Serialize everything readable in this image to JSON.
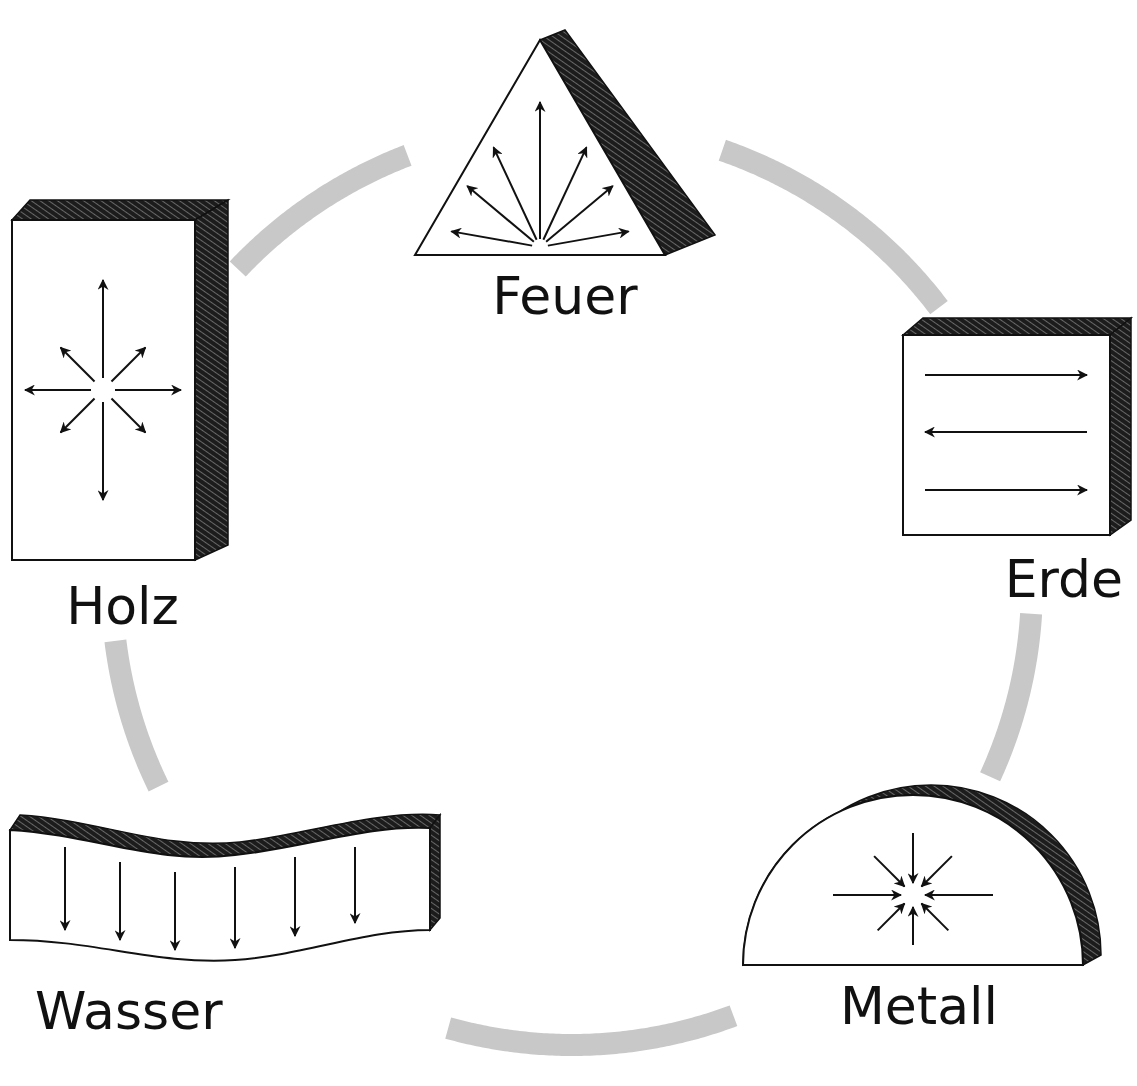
{
  "diagram": {
    "nodes": [
      {
        "text": [
          "Feuer"
        ]
      },
      {
        "text": [
          "Holz"
        ]
      },
      {
        "text": [
          "Erde"
        ]
      },
      {
        "text": [
          "Wasser"
        ]
      },
      {
        "text": [
          "Metall"
        ]
      }
    ],
    "edges": [
      {
        "from": 1,
        "to": 0,
        "arrow": "none"
      },
      {
        "from": 0,
        "to": 2,
        "arrow": "none"
      },
      {
        "from": 2,
        "to": 4,
        "arrow": "none"
      },
      {
        "from": 4,
        "to": 3,
        "arrow": "none"
      },
      {
        "from": 3,
        "to": 1,
        "arrow": "none"
      }
    ]
  }
}
